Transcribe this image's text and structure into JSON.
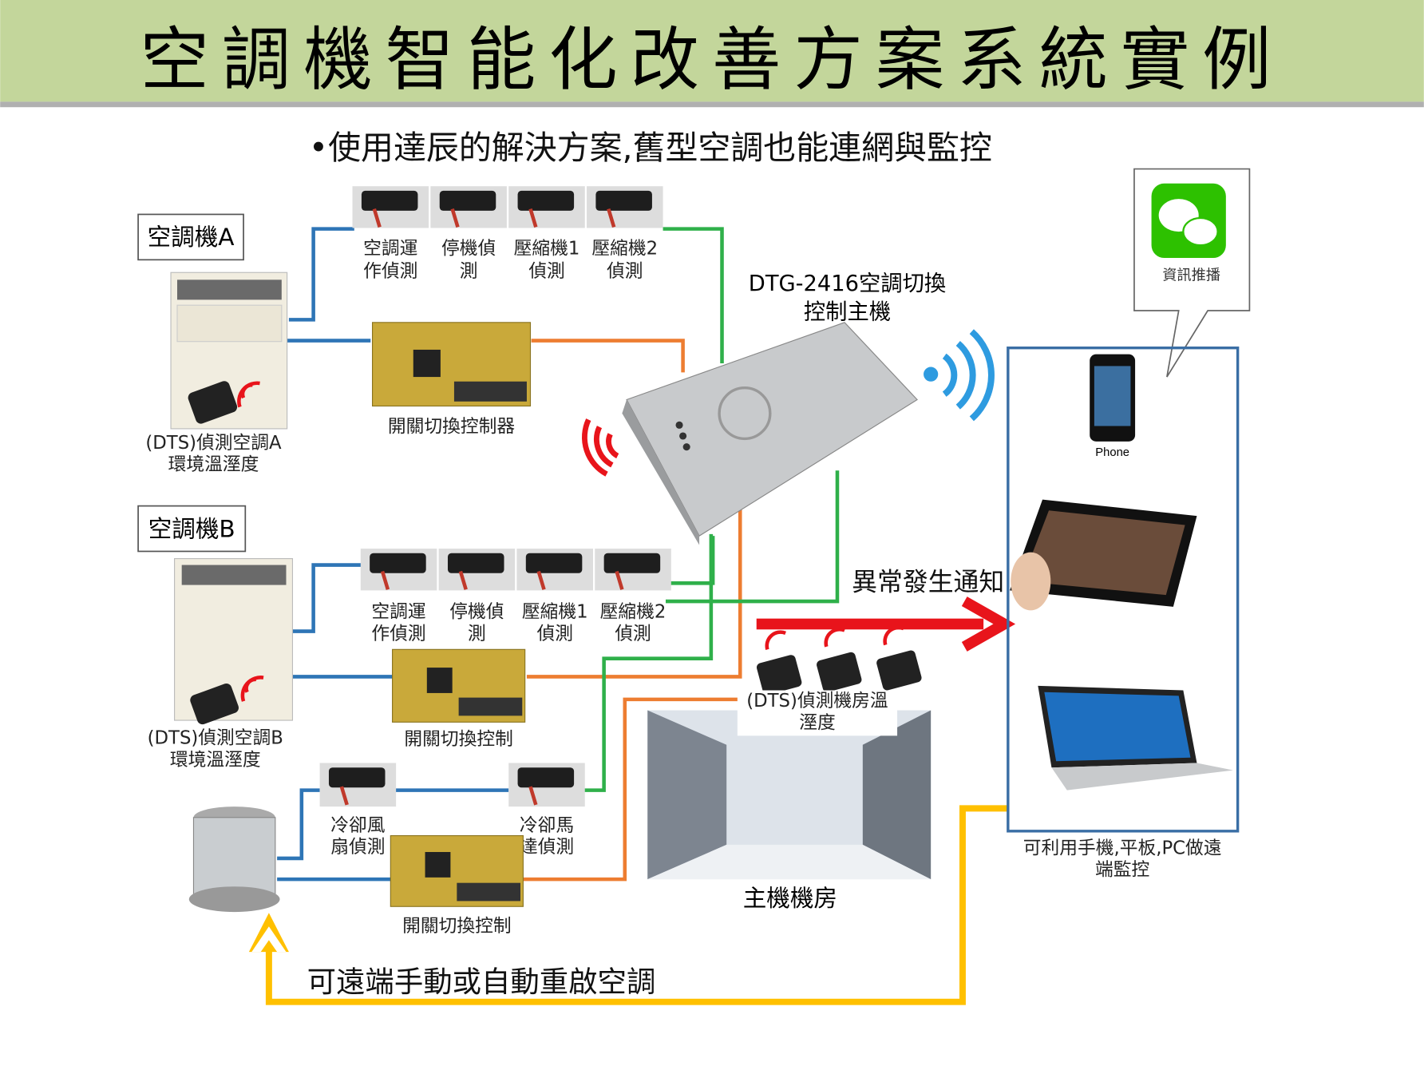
{
  "title": "空調機智能化改善方案系統實例",
  "subtitle": "•使用達辰的解決方案,舊型空調也能連網與監控",
  "units": {
    "ac_a": {
      "label": "空調機A",
      "sensor_label_1": "(DTS)偵測空調A",
      "sensor_label_2": "環境溫溼度"
    },
    "ac_b": {
      "label": "空調機B",
      "sensor_label_1": "(DTS)偵測空調B",
      "sensor_label_2": "環境溫溼度"
    }
  },
  "detectors_a": [
    {
      "line1": "空調運",
      "line2": "作偵測"
    },
    {
      "line1": "停機偵",
      "line2": "測"
    },
    {
      "line1": "壓縮機1",
      "line2": "偵測"
    },
    {
      "line1": "壓縮機2",
      "line2": "偵測"
    }
  ],
  "detectors_b": [
    {
      "line1": "空調運",
      "line2": "作偵測"
    },
    {
      "line1": "停機偵",
      "line2": "測"
    },
    {
      "line1": "壓縮機1",
      "line2": "偵測"
    },
    {
      "line1": "壓縮機2",
      "line2": "偵測"
    }
  ],
  "switch_a": "開關切換控制器",
  "switch_b": "開關切換控制",
  "switch_c": "開關切換控制",
  "cooling": {
    "fan_1": "冷卻風",
    "fan_2": "扇偵測",
    "motor_1": "冷卻馬",
    "motor_2": "達偵測"
  },
  "controller": {
    "line1": "DTG-2416空調切換",
    "line2": "控制主機"
  },
  "room_sensor": {
    "line1": "(DTS)偵測機房溫",
    "line2": "溼度"
  },
  "server_room": "主機機房",
  "alert": "異常發生通知",
  "wechat_label": "資訊推播",
  "phone_label": "Phone",
  "remote": {
    "line1": "可利用手機,平板,PC做遠",
    "line2": "端監控"
  },
  "restart": "可遠端手動或自動重啟空調",
  "colors": {
    "header": "#c3d69b",
    "blue": "#2e75b6",
    "green": "#2fb04a",
    "orange": "#ed7d31",
    "yellow": "#ffc000",
    "red": "#e8141b",
    "wechat": "#2dc100"
  }
}
